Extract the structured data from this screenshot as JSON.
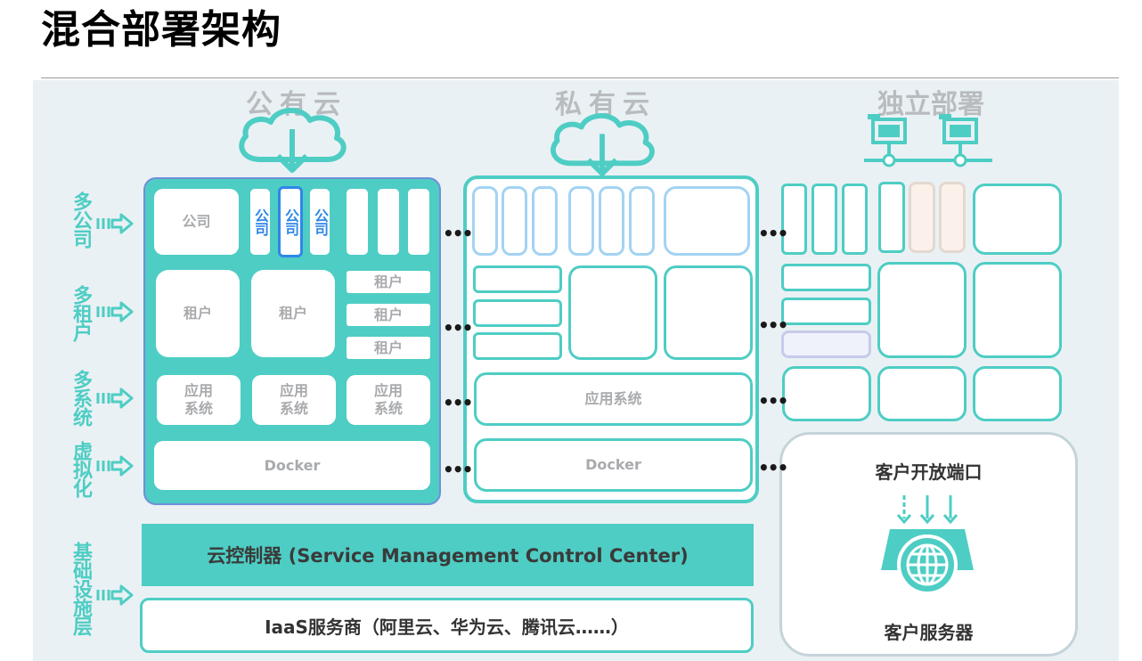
{
  "title": "混合部署架构",
  "columns": {
    "public": "公有云",
    "private": "私有云",
    "standalone": "独立部署"
  },
  "layers": {
    "company": "多公司",
    "tenant": "多租户",
    "system": "多系统",
    "virtual": "虚拟化",
    "infra": "基础设施层"
  },
  "public_cloud": {
    "company_box": "公司",
    "company_vertical": [
      "公司",
      "公司",
      "公司"
    ],
    "tenant_big": [
      "租户",
      "租户"
    ],
    "tenant_small": [
      "租户",
      "租户",
      "租户"
    ],
    "app_systems": [
      "应用\n系统",
      "应用\n系统",
      "应用\n系统"
    ],
    "docker": "Docker"
  },
  "private_cloud": {
    "app_system": "应用系统",
    "docker": "Docker"
  },
  "infrastructure": {
    "controller": "云控制器 (Service Management Control Center)",
    "iaas": "IaaS服务商（阿里云、华为云、腾讯云……）"
  },
  "client": {
    "port": "客户开放端口",
    "server": "客户服务器"
  },
  "ellipsis": "•••",
  "colors": {
    "teal": "#4ecdc4",
    "blue": "#2f87e8",
    "light_blue": "#a3d3f2",
    "gray_text": "#a8aaad",
    "background": "#eaf1f4"
  },
  "icons": [
    "cloud-download-icon",
    "network-servers-icon",
    "arrow-right-icon",
    "download-arrows-icon",
    "globe-icon"
  ]
}
